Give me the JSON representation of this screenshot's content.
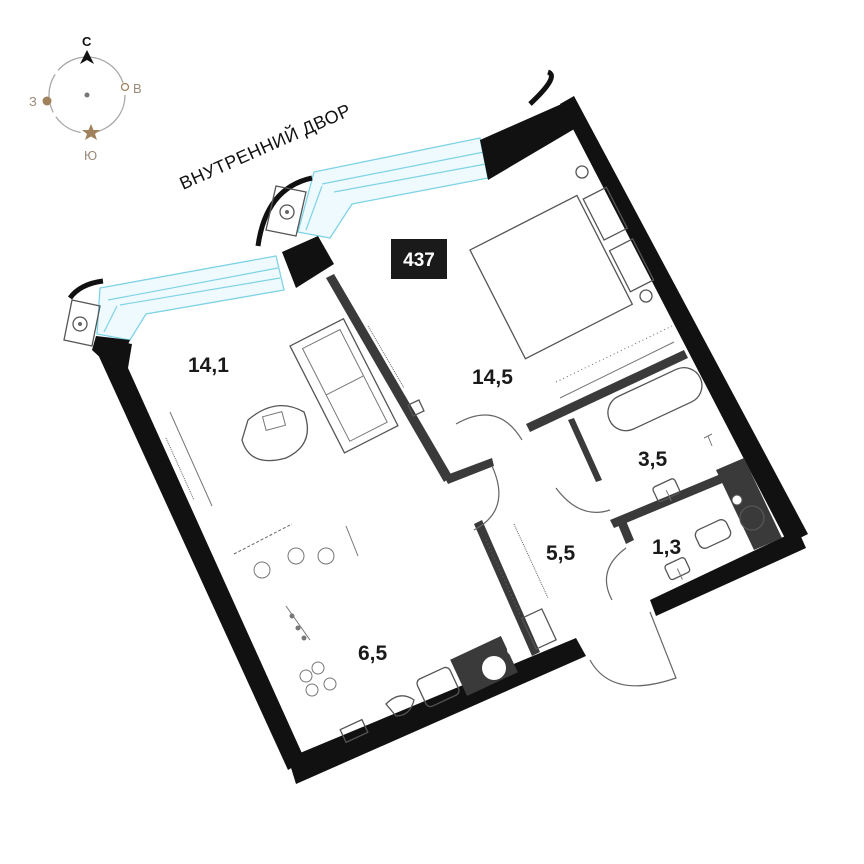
{
  "compass": {
    "north": "С",
    "south": "Ю",
    "east": "В",
    "west": "З",
    "colors": {
      "ring": "#9a9a9a",
      "north_arrow": "#111111",
      "accent": "#a0825c",
      "label": "#9a8a7a"
    }
  },
  "orientation_label": "ВНУТРЕННИЙ ДВОР",
  "apartment": {
    "number": "437",
    "badge_color": "#1a1a1a"
  },
  "rooms": [
    {
      "id": "living",
      "area": "14,1"
    },
    {
      "id": "bedroom",
      "area": "14,5"
    },
    {
      "id": "bathroom",
      "area": "3,5"
    },
    {
      "id": "wc",
      "area": "1,3"
    },
    {
      "id": "hall",
      "area": "5,5"
    },
    {
      "id": "kitchen",
      "area": "6,5"
    }
  ],
  "colors": {
    "wall": "#111111",
    "interior_wall": "#3a3a3a",
    "window": "#7fd3e6",
    "window_fill": "#eefafd",
    "furniture": "#555555"
  }
}
